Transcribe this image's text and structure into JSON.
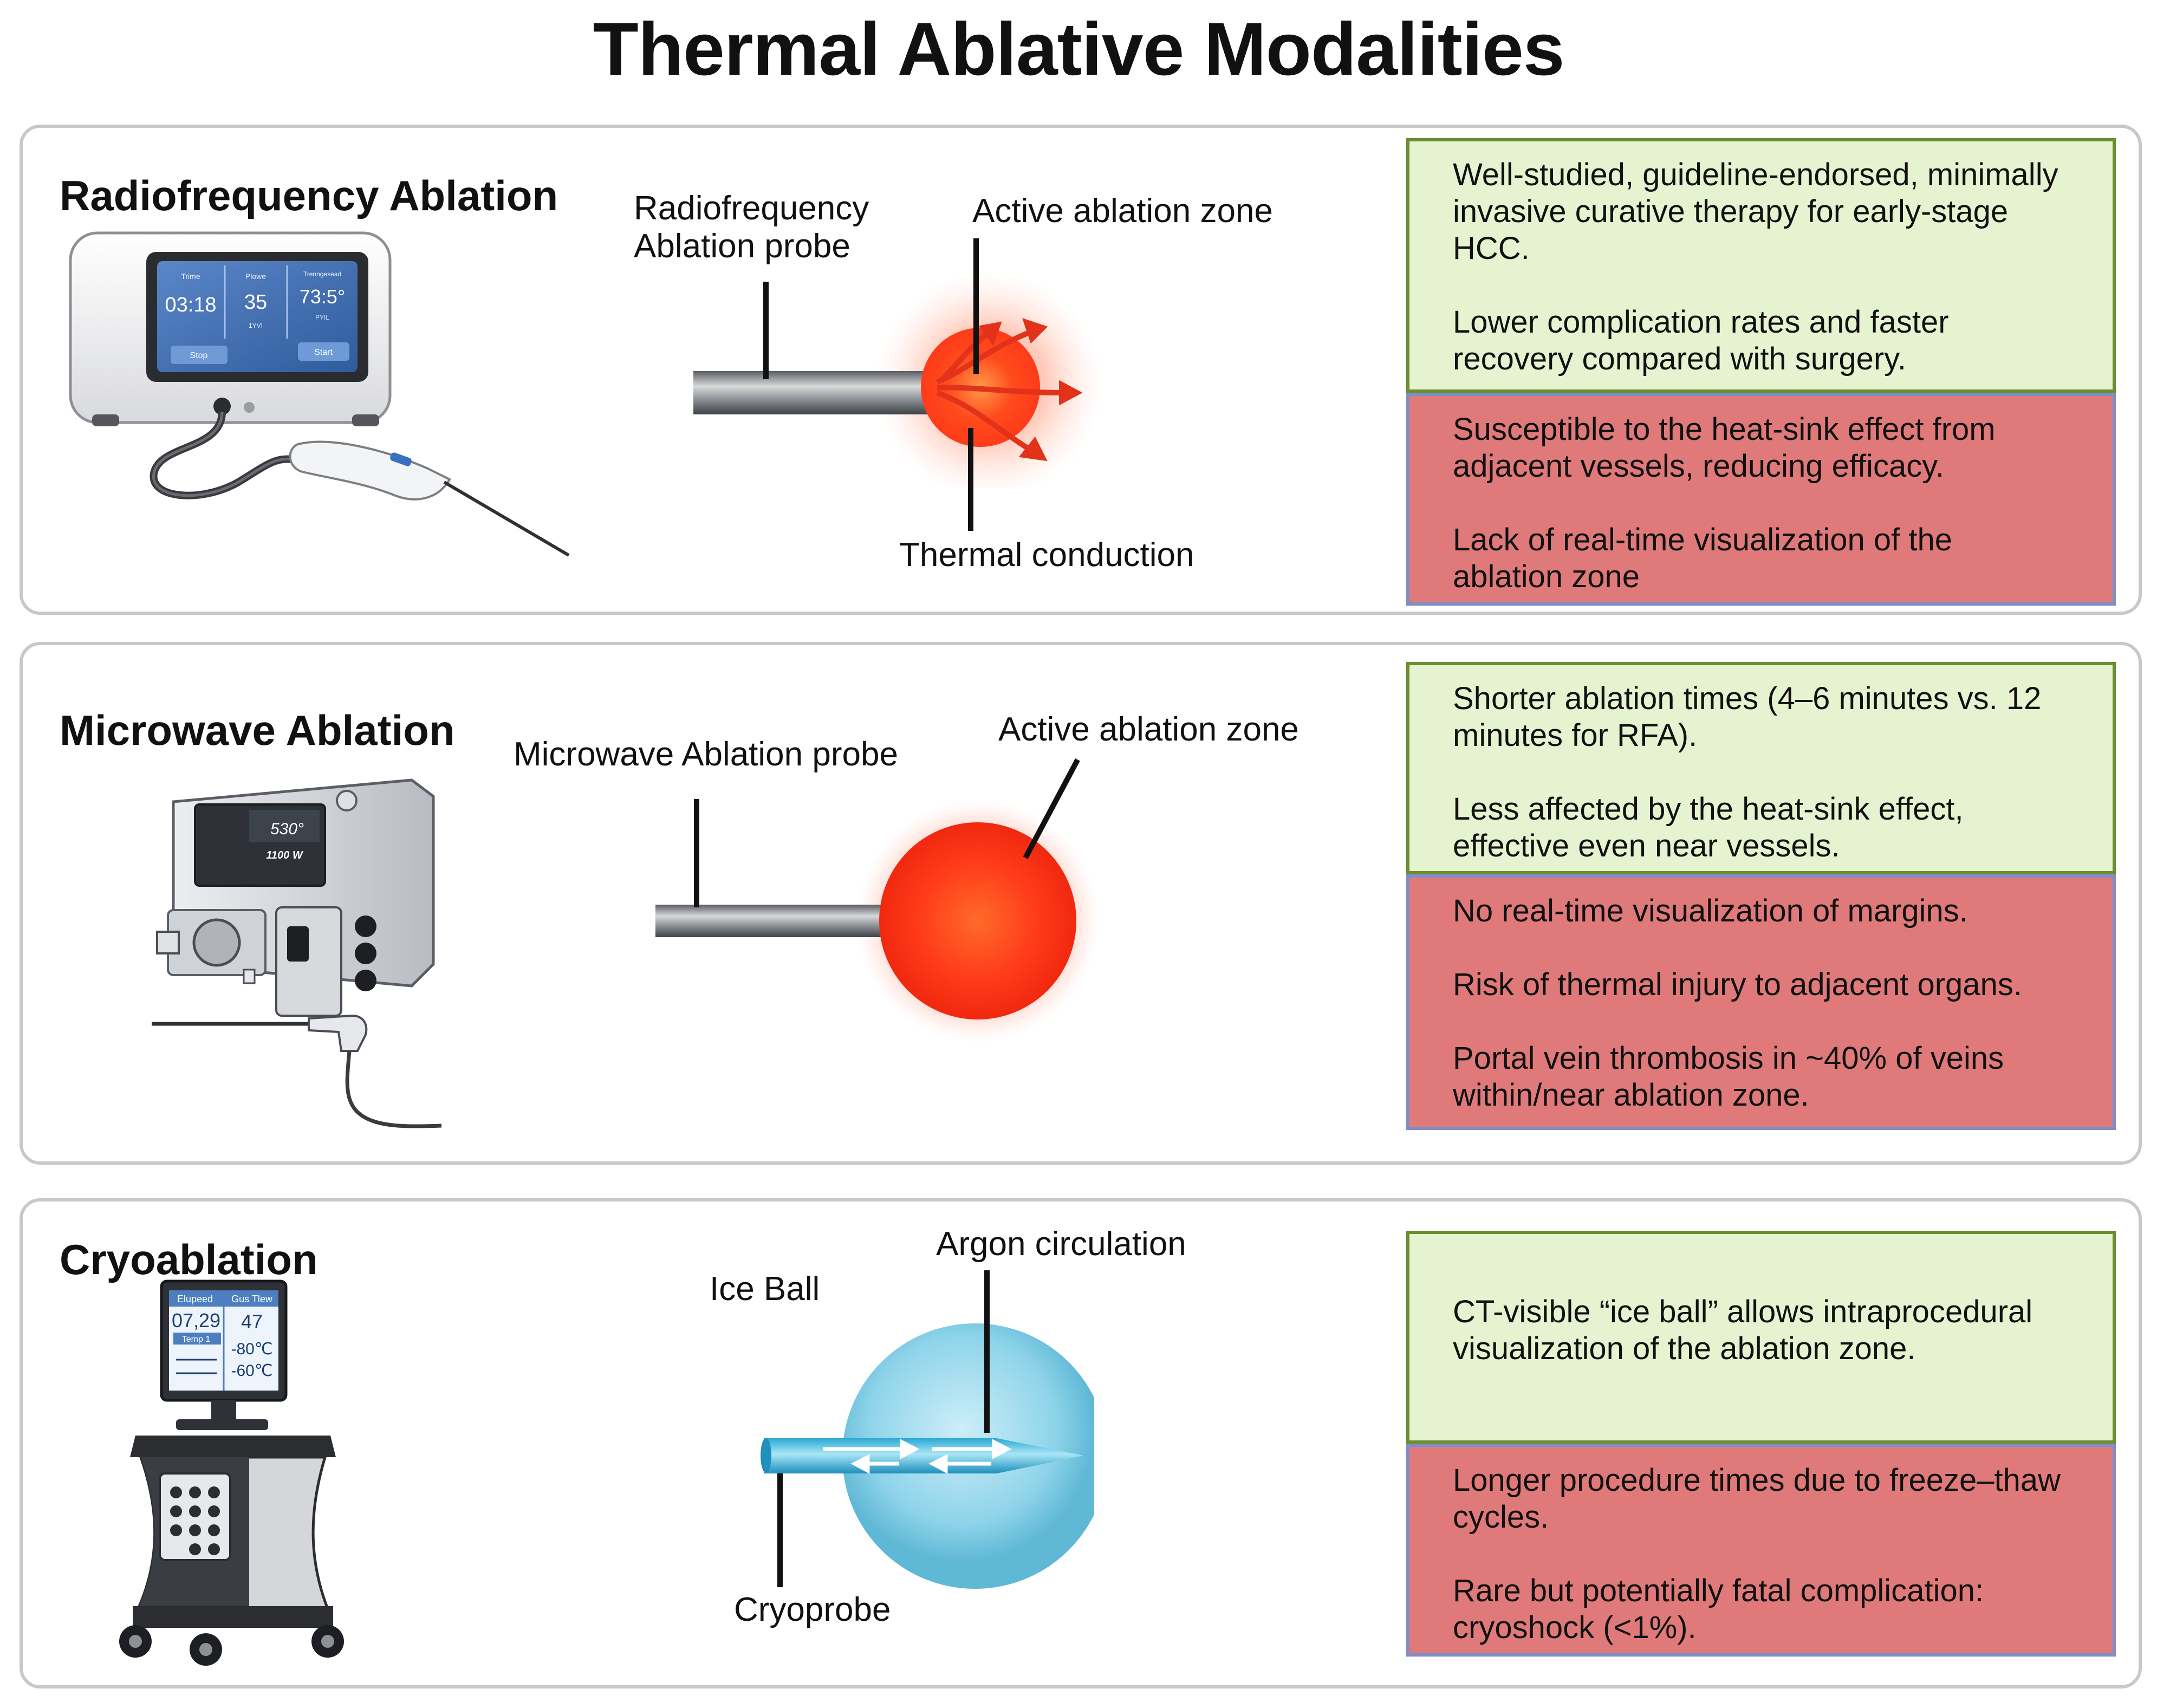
{
  "title": "Thermal Ablative Modalities",
  "rfa": {
    "heading": "Radiofrequency Ablation",
    "device_screen": {
      "time": "03:18",
      "power": "35",
      "temp": "73:5°",
      "h1": "Trime",
      "h2": "Plowe",
      "h3": "Trenngesead",
      "u2": "1YVI",
      "u3": "PYIL",
      "btn_left": "Stop",
      "btn_right": "Start"
    },
    "label_probe_l1": "Radiofrequency",
    "label_probe_l2": "Ablation probe",
    "label_zone": "Active ablation zone",
    "label_conduction": "Thermal conduction",
    "pros": [
      "Well-studied, guideline-endorsed, minimally invasive curative therapy for early-stage HCC.",
      "Lower complication rates and faster recovery compared with surgery."
    ],
    "cons": [
      "Susceptible to the heat-sink effect from adjacent vessels, reducing efficacy.",
      "Lack of real-time visualization of the ablation zone"
    ]
  },
  "mwa": {
    "heading": "Microwave Ablation",
    "device_screen": {
      "temp": "530°",
      "power": "1100 W"
    },
    "label_probe": "Microwave Ablation probe",
    "label_zone": "Active ablation zone",
    "pros": [
      "Shorter ablation times (4–6 minutes vs. 12 minutes for RFA).",
      "Less affected by the heat-sink effect, effective even near vessels."
    ],
    "cons": [
      "No real-time visualization of margins.",
      "Risk of thermal injury to adjacent organs.",
      "Portal vein thrombosis in ~40% of veins within/near ablation zone."
    ]
  },
  "cryo": {
    "heading": "Cryoablation",
    "device_screen": {
      "h1": "Elupeed",
      "h2": "Gus Tlew",
      "v1": "07,29",
      "v2": "47",
      "t1": "Temp 1",
      "t2": "-80℃",
      "t3": "-60℃"
    },
    "label_iceball": "Ice Ball",
    "label_argon": "Argon circulation",
    "label_probe": "Cryoprobe",
    "pros": [
      "CT-visible “ice ball” allows intraprocedural visualization of the ablation zone."
    ],
    "cons": [
      "Longer procedure times due to freeze–thaw cycles.",
      "Rare but potentially fatal complication: cryoshock (<1%)."
    ]
  },
  "colors": {
    "pro_bg": "#e6f3d0",
    "pro_border": "#6b8e2f",
    "con_bg": "#e07a7a",
    "con_border": "#7f8ec8",
    "heat": "#ff3b1a",
    "ice": "#7fd3ea"
  }
}
